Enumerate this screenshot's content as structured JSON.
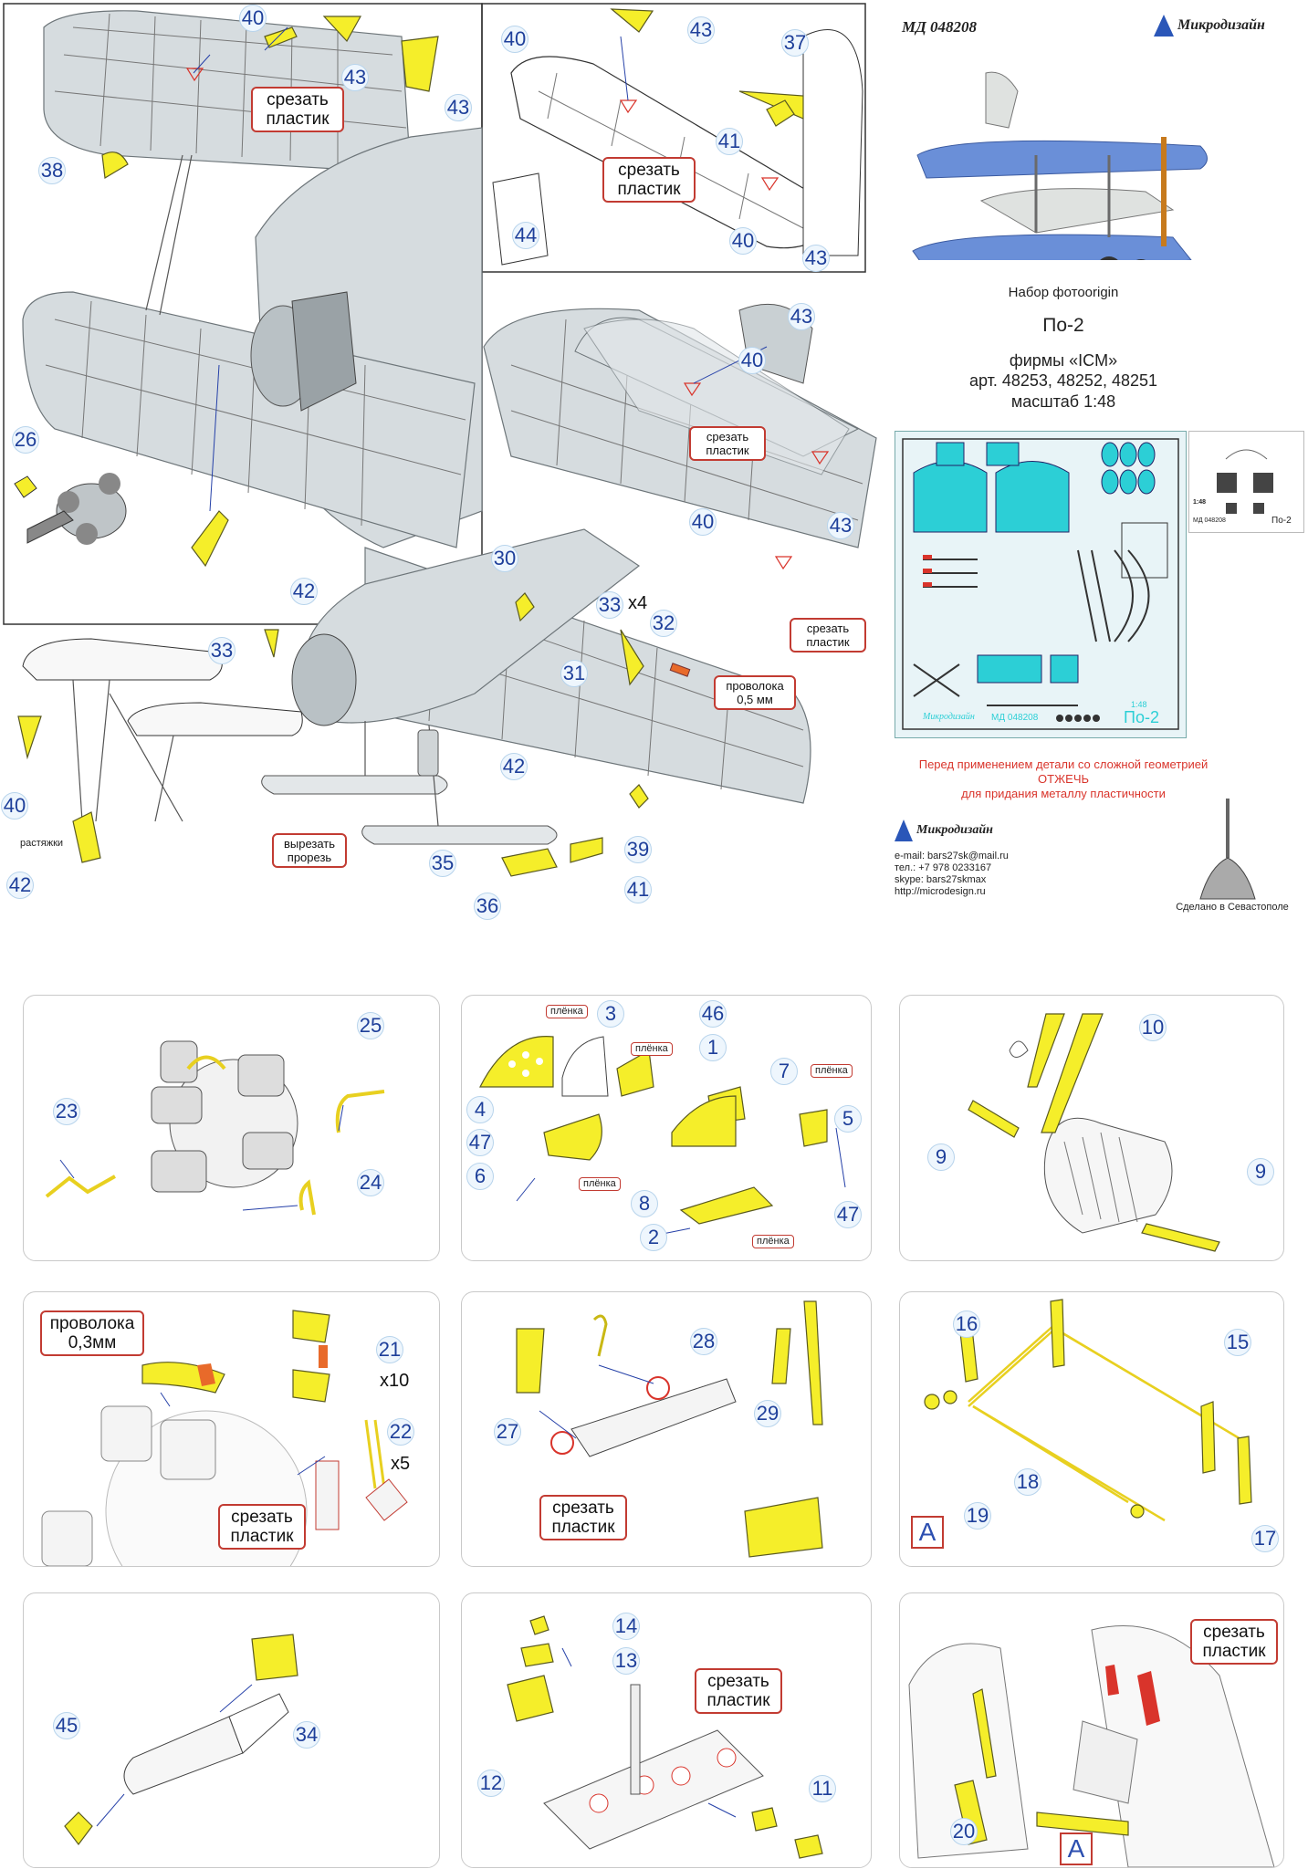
{
  "header": {
    "code": "МД 048208",
    "brand": "Микродизайн",
    "subtitle": "Набор фотоorigin",
    "kit_name": "По-2",
    "manufacturer": "фирмы «ICM»",
    "articles": "арт. 48253, 48252, 48251",
    "scale": "масштаб 1:48"
  },
  "fret": {
    "brand": "Микродизайн",
    "code": "МД 048208",
    "title": "По-2",
    "scale": "1:48",
    "mini_scale": "1:48",
    "mini_code": "МД 048208",
    "mini_title": "По-2"
  },
  "notice": {
    "line1": "Перед применением детали со сложной геометрией",
    "line2": "ОТЖЕЧЬ",
    "line3": "для придания металлу пластичности"
  },
  "contacts": {
    "brand": "Микродизайн",
    "email": "e-mail: bars27sk@mail.ru",
    "phone": "тел.: +7 978 0233167",
    "skype": "skype: bars27skmax",
    "web": "http://microdesign.ru"
  },
  "made_in": "Сделано в Севастополе",
  "labels": {
    "cut_plastic": "срезать пластик",
    "cut_slot": "вырезать прорезь",
    "wire_05": "проволока 0,5 мм",
    "wire_03": "проволока 0,3мм",
    "film": "плёнка",
    "braces": "растяжки",
    "x4": "x4",
    "x10": "x10",
    "x5": "x5",
    "A": "A"
  },
  "callouts": {
    "top": [
      "40",
      "43",
      "43",
      "38",
      "26",
      "42",
      "40",
      "43",
      "37",
      "41",
      "40",
      "43",
      "44",
      "43",
      "40",
      "40",
      "43",
      "30",
      "33",
      "32",
      "31",
      "33",
      "40",
      "42",
      "42",
      "35",
      "36",
      "41",
      "39"
    ],
    "p1": [
      "25",
      "23",
      "24"
    ],
    "p2": [
      "3",
      "46",
      "1",
      "4",
      "47",
      "6",
      "7",
      "5",
      "8",
      "2",
      "47"
    ],
    "p3": [
      "10",
      "9",
      "9"
    ],
    "p4": [
      "21",
      "22"
    ],
    "p5": [
      "28",
      "27",
      "29"
    ],
    "p6": [
      "16",
      "15",
      "18",
      "19",
      "17"
    ],
    "p7": [
      "45",
      "34"
    ],
    "p8": [
      "14",
      "13",
      "12",
      "11"
    ],
    "p9": [
      "20"
    ]
  }
}
